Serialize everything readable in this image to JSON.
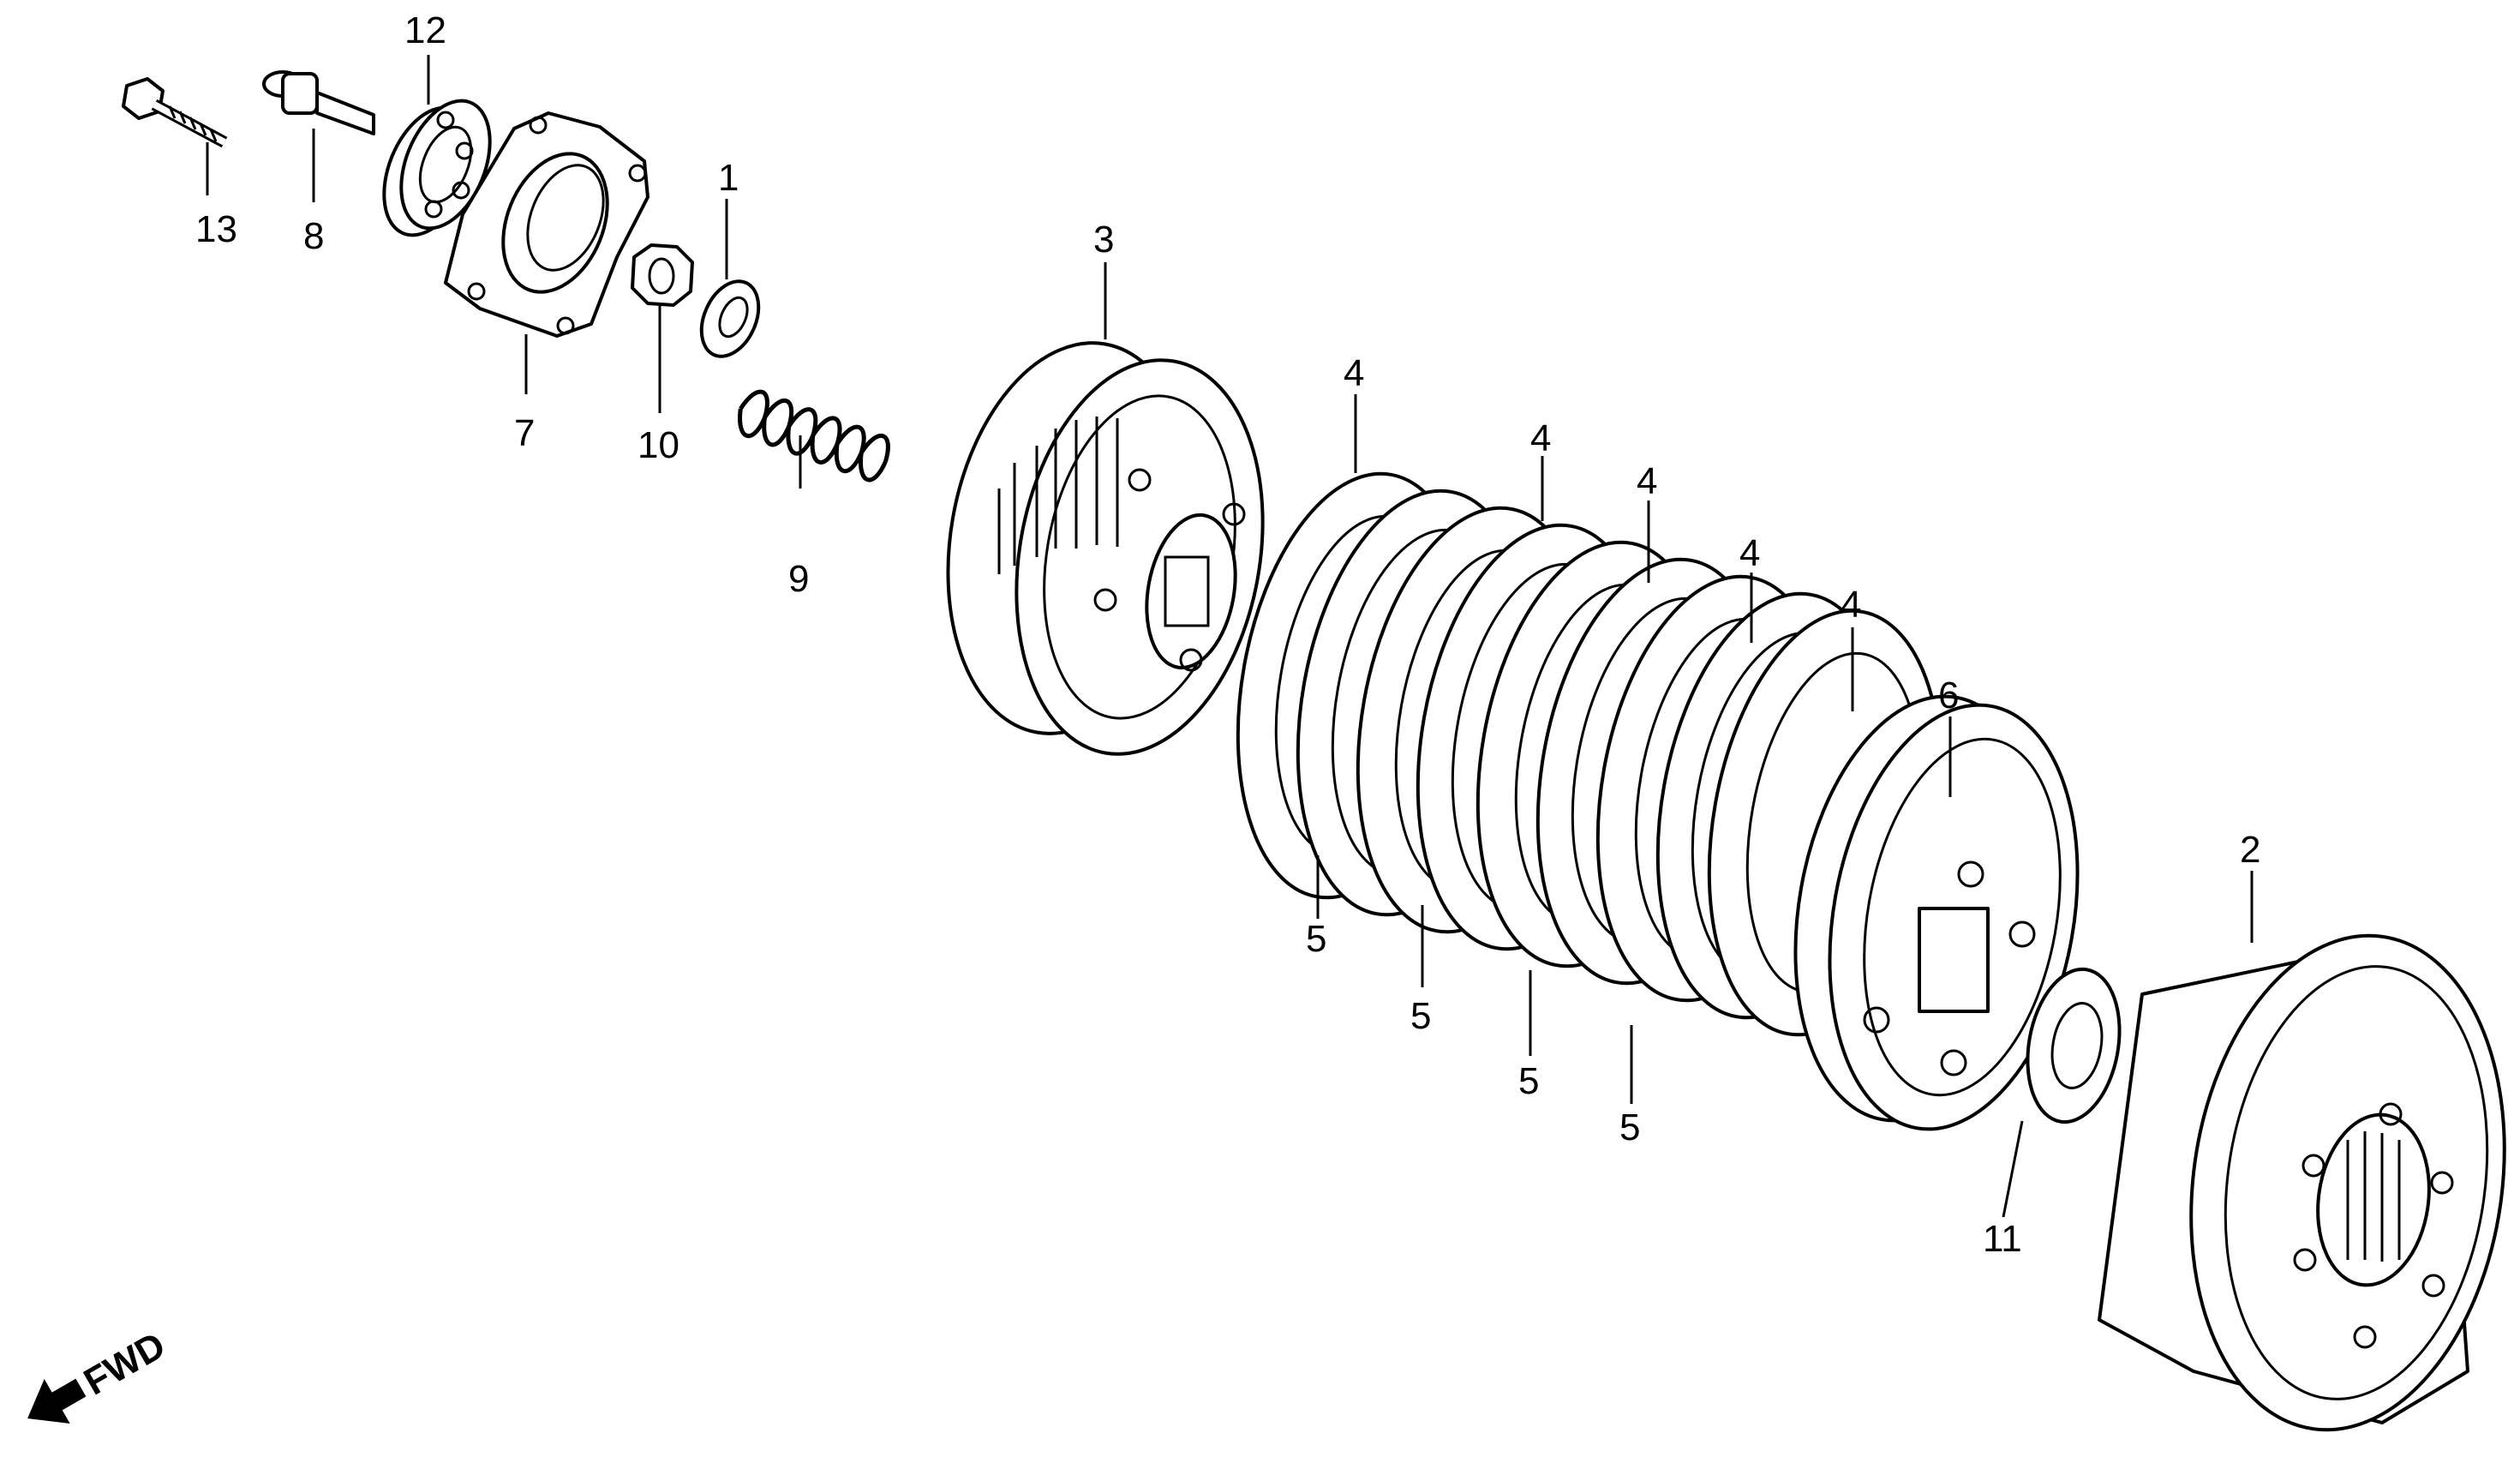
{
  "diagram": {
    "background": "#ffffff",
    "ink": "#000000",
    "direction_label": "FWD",
    "callouts": [
      {
        "id": "c13",
        "label": "13"
      },
      {
        "id": "c8",
        "label": "8"
      },
      {
        "id": "c12",
        "label": "12"
      },
      {
        "id": "c7",
        "label": "7"
      },
      {
        "id": "c10",
        "label": "10"
      },
      {
        "id": "c1",
        "label": "1"
      },
      {
        "id": "c9",
        "label": "9"
      },
      {
        "id": "c3",
        "label": "3"
      },
      {
        "id": "c4a",
        "label": "4"
      },
      {
        "id": "c4b",
        "label": "4"
      },
      {
        "id": "c4c",
        "label": "4"
      },
      {
        "id": "c4d",
        "label": "4"
      },
      {
        "id": "c4e",
        "label": "4"
      },
      {
        "id": "c6",
        "label": "6"
      },
      {
        "id": "c5a",
        "label": "5"
      },
      {
        "id": "c5b",
        "label": "5"
      },
      {
        "id": "c5c",
        "label": "5"
      },
      {
        "id": "c5d",
        "label": "5"
      },
      {
        "id": "c11",
        "label": "11"
      },
      {
        "id": "c2",
        "label": "2"
      }
    ]
  }
}
